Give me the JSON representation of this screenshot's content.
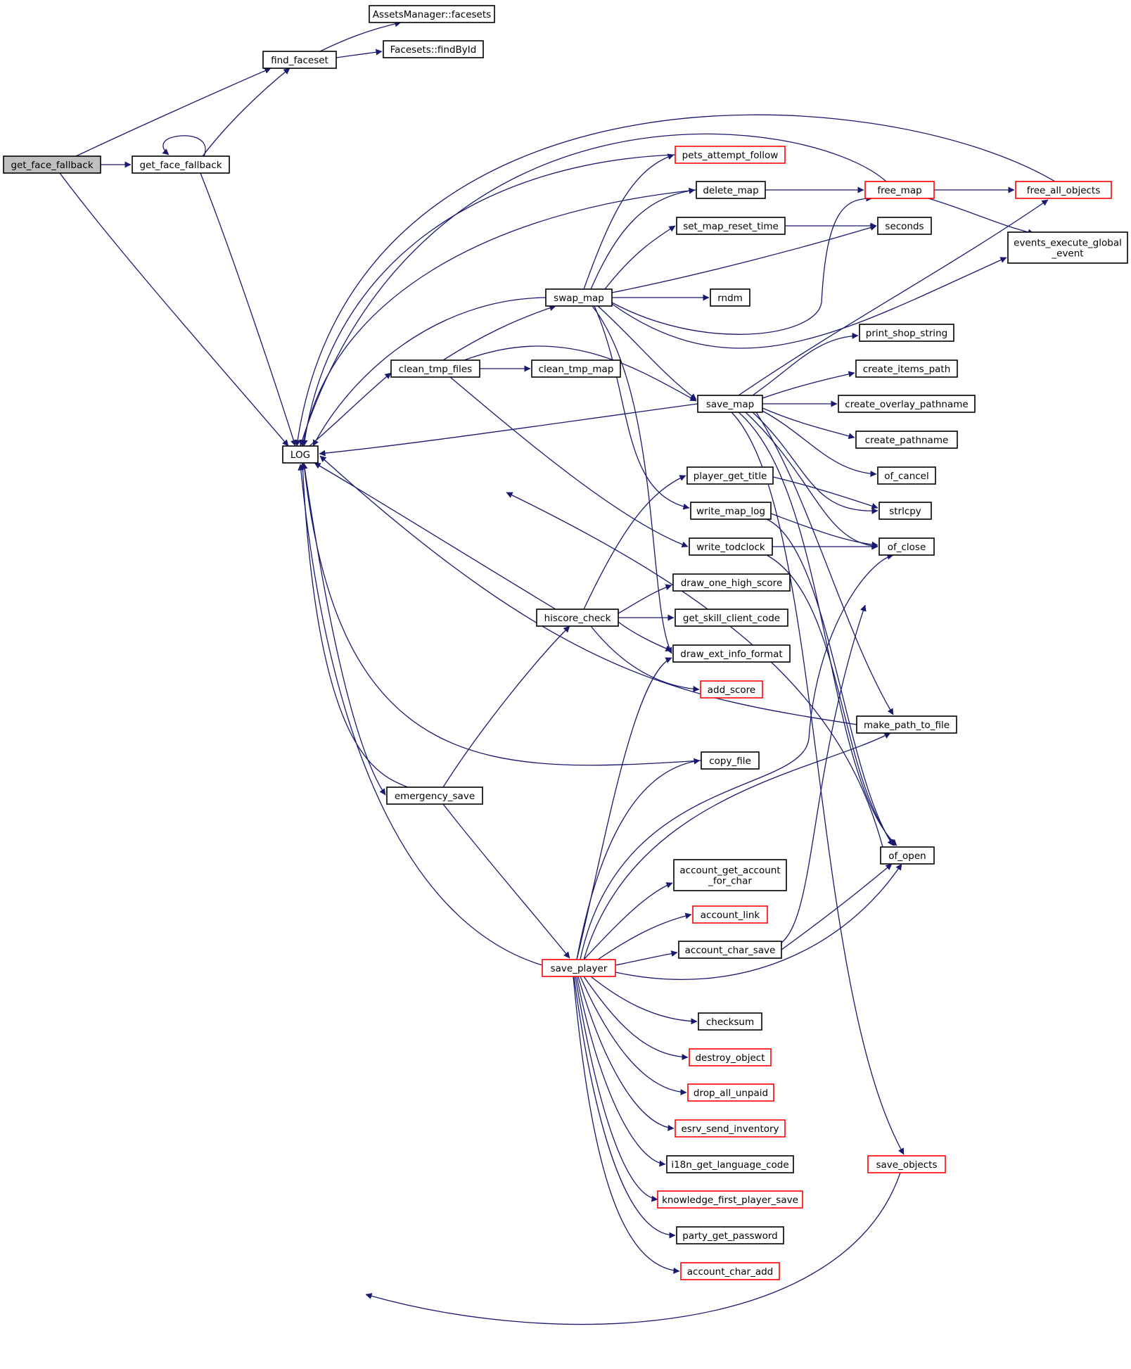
{
  "colors": {
    "edge": "#191970",
    "node_border_default": "#000000",
    "node_border_truncated": "#ff0000",
    "root_fill": "#bfbfbf",
    "node_fill": "#ffffff"
  },
  "nodes": [
    {
      "id": "root",
      "label": "get_face_fallback",
      "style": "root"
    },
    {
      "id": "get_face_fallback",
      "label": "get_face_fallback",
      "style": "normal"
    },
    {
      "id": "find_faceset",
      "label": "find_faceset",
      "style": "normal"
    },
    {
      "id": "assets_facesets",
      "label": "AssetsManager::facesets",
      "style": "normal"
    },
    {
      "id": "facesets_findbyid",
      "label": "Facesets::findById",
      "style": "normal"
    },
    {
      "id": "log",
      "label": "LOG",
      "style": "normal"
    },
    {
      "id": "clean_tmp_files",
      "label": "clean_tmp_files",
      "style": "normal"
    },
    {
      "id": "clean_tmp_map",
      "label": "clean_tmp_map",
      "style": "normal"
    },
    {
      "id": "swap_map",
      "label": "swap_map",
      "style": "normal"
    },
    {
      "id": "pets_attempt_follow",
      "label": "pets_attempt_follow",
      "style": "truncated"
    },
    {
      "id": "delete_map",
      "label": "delete_map",
      "style": "normal"
    },
    {
      "id": "set_map_reset_time",
      "label": "set_map_reset_time",
      "style": "normal"
    },
    {
      "id": "rndm",
      "label": "rndm",
      "style": "normal"
    },
    {
      "id": "free_map",
      "label": "free_map",
      "style": "truncated"
    },
    {
      "id": "free_all_objects",
      "label": "free_all_objects",
      "style": "truncated"
    },
    {
      "id": "seconds",
      "label": "seconds",
      "style": "normal"
    },
    {
      "id": "events_execute_global_event",
      "label": "events_execute_global_event",
      "lines": [
        "events_execute_global",
        "_event"
      ],
      "style": "normal"
    },
    {
      "id": "save_map",
      "label": "save_map",
      "style": "normal"
    },
    {
      "id": "print_shop_string",
      "label": "print_shop_string",
      "style": "normal"
    },
    {
      "id": "create_items_path",
      "label": "create_items_path",
      "style": "normal"
    },
    {
      "id": "create_overlay_pathname",
      "label": "create_overlay_pathname",
      "style": "normal"
    },
    {
      "id": "create_pathname",
      "label": "create_pathname",
      "style": "normal"
    },
    {
      "id": "of_cancel",
      "label": "of_cancel",
      "style": "normal"
    },
    {
      "id": "strlcpy",
      "label": "strlcpy",
      "style": "normal"
    },
    {
      "id": "of_close",
      "label": "of_close",
      "style": "normal"
    },
    {
      "id": "player_get_title",
      "label": "player_get_title",
      "style": "normal"
    },
    {
      "id": "write_map_log",
      "label": "write_map_log",
      "style": "normal"
    },
    {
      "id": "write_todclock",
      "label": "write_todclock",
      "style": "normal"
    },
    {
      "id": "hiscore_check",
      "label": "hiscore_check",
      "style": "normal"
    },
    {
      "id": "draw_one_high_score",
      "label": "draw_one_high_score",
      "style": "normal"
    },
    {
      "id": "get_skill_client_code",
      "label": "get_skill_client_code",
      "style": "normal"
    },
    {
      "id": "draw_ext_info_format",
      "label": "draw_ext_info_format",
      "style": "normal"
    },
    {
      "id": "add_score",
      "label": "add_score",
      "style": "truncated"
    },
    {
      "id": "make_path_to_file",
      "label": "make_path_to_file",
      "style": "normal"
    },
    {
      "id": "copy_file",
      "label": "copy_file",
      "style": "normal"
    },
    {
      "id": "emergency_save",
      "label": "emergency_save",
      "style": "normal"
    },
    {
      "id": "of_open",
      "label": "of_open",
      "style": "normal"
    },
    {
      "id": "account_get_account_for_char",
      "label": "account_get_account_for_char",
      "lines": [
        "account_get_account",
        "_for_char"
      ],
      "style": "normal"
    },
    {
      "id": "account_link",
      "label": "account_link",
      "style": "truncated"
    },
    {
      "id": "account_char_save",
      "label": "account_char_save",
      "style": "normal"
    },
    {
      "id": "save_player",
      "label": "save_player",
      "style": "truncated"
    },
    {
      "id": "checksum",
      "label": "checksum",
      "style": "normal"
    },
    {
      "id": "destroy_object",
      "label": "destroy_object",
      "style": "truncated"
    },
    {
      "id": "drop_all_unpaid",
      "label": "drop_all_unpaid",
      "style": "truncated"
    },
    {
      "id": "esrv_send_inventory",
      "label": "esrv_send_inventory",
      "style": "truncated"
    },
    {
      "id": "i18n_get_language_code",
      "label": "i18n_get_language_code",
      "style": "normal"
    },
    {
      "id": "knowledge_first_player_save",
      "label": "knowledge_first_player_save",
      "style": "truncated"
    },
    {
      "id": "party_get_password",
      "label": "party_get_password",
      "style": "normal"
    },
    {
      "id": "account_char_add",
      "label": "account_char_add",
      "style": "truncated"
    },
    {
      "id": "save_objects",
      "label": "save_objects",
      "style": "truncated"
    }
  ],
  "edges": [
    [
      "root",
      "find_faceset"
    ],
    [
      "root",
      "get_face_fallback"
    ],
    [
      "root",
      "log"
    ],
    [
      "get_face_fallback",
      "get_face_fallback"
    ],
    [
      "get_face_fallback",
      "find_faceset"
    ],
    [
      "get_face_fallback",
      "log"
    ],
    [
      "find_faceset",
      "assets_facesets"
    ],
    [
      "find_faceset",
      "facesets_findbyid"
    ],
    [
      "log",
      "clean_tmp_files"
    ],
    [
      "log",
      "emergency_save"
    ],
    [
      "clean_tmp_files",
      "clean_tmp_map"
    ],
    [
      "clean_tmp_files",
      "swap_map"
    ],
    [
      "clean_tmp_files",
      "save_map"
    ],
    [
      "clean_tmp_files",
      "write_todclock"
    ],
    [
      "swap_map",
      "log"
    ],
    [
      "swap_map",
      "pets_attempt_follow"
    ],
    [
      "swap_map",
      "delete_map"
    ],
    [
      "swap_map",
      "set_map_reset_time"
    ],
    [
      "swap_map",
      "seconds"
    ],
    [
      "swap_map",
      "rndm"
    ],
    [
      "swap_map",
      "free_map"
    ],
    [
      "swap_map",
      "events_execute_global_event"
    ],
    [
      "swap_map",
      "save_map"
    ],
    [
      "swap_map",
      "write_map_log"
    ],
    [
      "swap_map",
      "draw_ext_info_format"
    ],
    [
      "pets_attempt_follow",
      "log"
    ],
    [
      "delete_map",
      "log"
    ],
    [
      "delete_map",
      "free_map"
    ],
    [
      "set_map_reset_time",
      "seconds"
    ],
    [
      "free_map",
      "log"
    ],
    [
      "free_map",
      "free_all_objects"
    ],
    [
      "free_map",
      "events_execute_global_event"
    ],
    [
      "free_all_objects",
      "log"
    ],
    [
      "save_map",
      "log"
    ],
    [
      "save_map",
      "free_all_objects"
    ],
    [
      "save_map",
      "print_shop_string"
    ],
    [
      "save_map",
      "create_items_path"
    ],
    [
      "save_map",
      "create_overlay_pathname"
    ],
    [
      "save_map",
      "create_pathname"
    ],
    [
      "save_map",
      "of_cancel"
    ],
    [
      "save_map",
      "strlcpy"
    ],
    [
      "save_map",
      "of_close"
    ],
    [
      "save_map",
      "make_path_to_file"
    ],
    [
      "save_map",
      "of_open"
    ],
    [
      "save_map",
      "save_objects"
    ],
    [
      "player_get_title",
      "strlcpy"
    ],
    [
      "write_map_log",
      "of_close"
    ],
    [
      "write_map_log",
      "of_open"
    ],
    [
      "write_todclock",
      "of_close"
    ],
    [
      "write_todclock",
      "of_open"
    ],
    [
      "hiscore_check",
      "log"
    ],
    [
      "hiscore_check",
      "player_get_title"
    ],
    [
      "hiscore_check",
      "draw_one_high_score"
    ],
    [
      "hiscore_check",
      "get_skill_client_code"
    ],
    [
      "hiscore_check",
      "draw_ext_info_format"
    ],
    [
      "hiscore_check",
      "add_score"
    ],
    [
      "of_open",
      "log"
    ],
    [
      "make_path_to_file",
      "log"
    ],
    [
      "copy_file",
      "log"
    ],
    [
      "save_objects",
      "log"
    ],
    [
      "emergency_save",
      "log"
    ],
    [
      "emergency_save",
      "hiscore_check"
    ],
    [
      "emergency_save",
      "save_player"
    ],
    [
      "save_player",
      "log"
    ],
    [
      "save_player",
      "draw_ext_info_format"
    ],
    [
      "save_player",
      "copy_file"
    ],
    [
      "save_player",
      "of_close"
    ],
    [
      "save_player",
      "make_path_to_file"
    ],
    [
      "save_player",
      "account_get_account_for_char"
    ],
    [
      "save_player",
      "account_link"
    ],
    [
      "save_player",
      "account_char_save"
    ],
    [
      "save_player",
      "of_open"
    ],
    [
      "save_player",
      "checksum"
    ],
    [
      "save_player",
      "destroy_object"
    ],
    [
      "save_player",
      "drop_all_unpaid"
    ],
    [
      "save_player",
      "esrv_send_inventory"
    ],
    [
      "save_player",
      "i18n_get_language_code"
    ],
    [
      "save_player",
      "knowledge_first_player_save"
    ],
    [
      "save_player",
      "party_get_password"
    ],
    [
      "save_player",
      "account_char_add"
    ],
    [
      "account_char_save",
      "of_close"
    ],
    [
      "account_char_save",
      "of_open"
    ]
  ]
}
